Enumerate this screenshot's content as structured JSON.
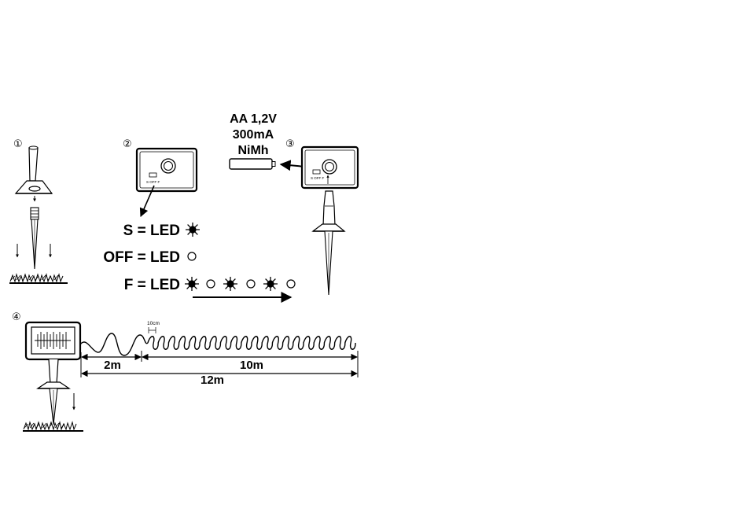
{
  "steps": {
    "step1": "①",
    "step2": "②",
    "step3": "③",
    "step4": "④"
  },
  "battery": {
    "line1": "AA 1,2V",
    "line2": "300mA",
    "line3": "NiMh"
  },
  "switch": {
    "label": "S OFF F"
  },
  "modes": {
    "s": "S = LED",
    "off": "OFF = LED",
    "f": "F = LED"
  },
  "dimensions": {
    "spacing": "10cm",
    "lead": "2m",
    "lit": "10m",
    "total": "12m"
  }
}
